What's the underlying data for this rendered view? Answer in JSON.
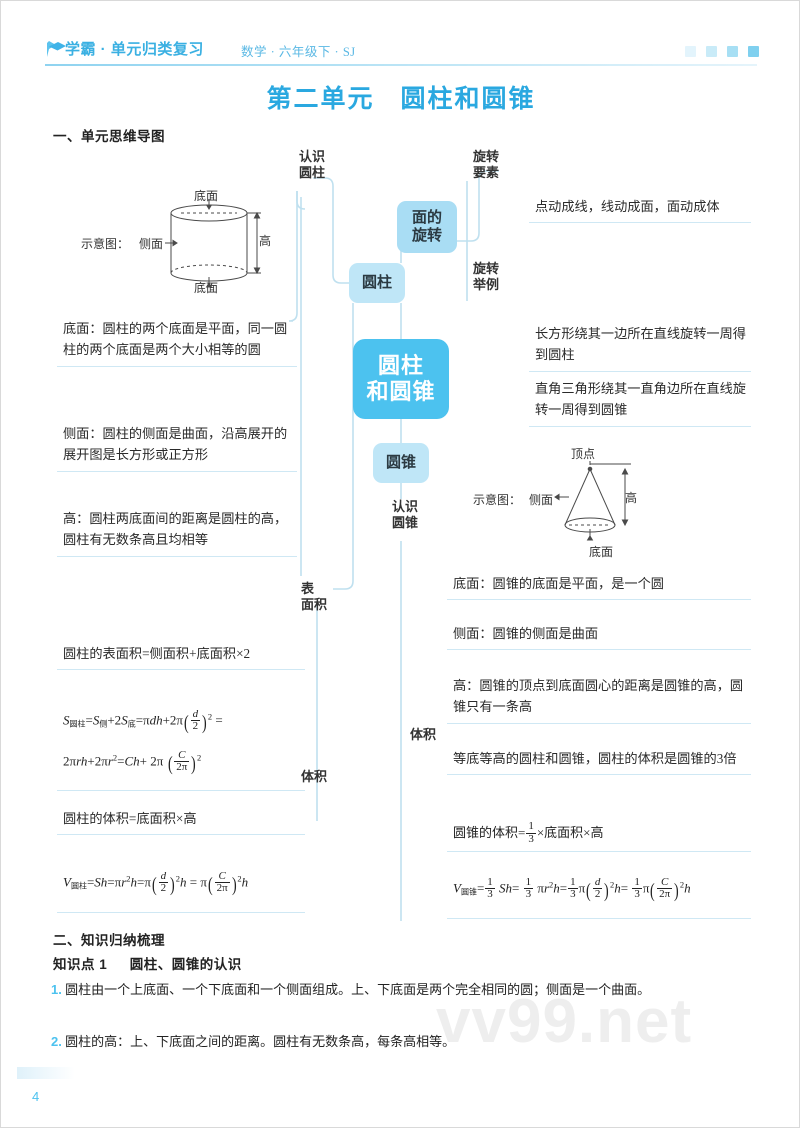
{
  "header": {
    "logo_icon": "graduation-cap-icon",
    "brand": "学霸 · 单元归类复习",
    "subject": "数学 · 六年级下 · SJ",
    "squares": [
      "#e3f4fc",
      "#c9ebf8",
      "#a7dff4",
      "#7fd0ef"
    ]
  },
  "unit": {
    "number_label": "第二单元",
    "title": "圆柱和圆锥"
  },
  "sections": {
    "mindmap_heading": "一、单元思维导图",
    "knowledge_heading": "二、知识归纳梳理"
  },
  "mindmap": {
    "root": "圆柱\n和圆锥",
    "branches": {
      "cylinder": "圆柱",
      "cone": "圆锥",
      "surface_rotation": "面的\n旋转"
    },
    "labels": {
      "know_cylinder": "认识\n圆柱",
      "know_cone": "认识\n圆锥",
      "surface_area": "表\n面积",
      "volume_cyl": "体积",
      "volume_cone": "体积",
      "rotation_elements": "旋转\n要素",
      "rotation_examples": "旋转\n举例"
    },
    "cylinder_diagram": {
      "caption": "示意图：",
      "side_label": "侧面",
      "top_label": "底面",
      "bottom_label": "底面",
      "height_label": "高"
    },
    "cone_diagram": {
      "caption": "示意图：",
      "side_label": "侧面",
      "apex_label": "顶点",
      "base_label": "底面",
      "height_label": "高"
    },
    "cylinder_leaves": [
      "底面：圆柱的两个底面是平面，同一圆柱的两个底面是两个大小相等的圆",
      "侧面：圆柱的侧面是曲面，沿高展开的展开图是长方形或正方形",
      "高：圆柱两底面间的距离是圆柱的高，圆柱有无数条高且均相等"
    ],
    "cylinder_surface_leaf": "圆柱的表面积=侧面积+底面积×2",
    "cylinder_volume_leaf": "圆柱的体积=底面积×高",
    "cone_leaves": [
      "底面：圆锥的底面是平面，是一个圆",
      "侧面：圆锥的侧面是曲面",
      "高：圆锥的顶点到底面圆心的距离是圆锥的高，圆锥只有一条高"
    ],
    "cone_volume_leaves": [
      "等底等高的圆柱和圆锥，圆柱的体积是圆锥的3倍",
      "圆锥的体积=1/3×底面积×高"
    ],
    "rotation_elements_leaf": "点动成线，线动成面，面动成体",
    "rotation_example_leaves": [
      "长方形绕其一边所在直线旋转一周得到圆柱",
      "直角三角形绕其一直角边所在直线旋转一周得到圆锥"
    ],
    "formula_cyl_surface": "S圆柱=S侧+2S底=πdh+2π(d/2)² = 2πrh+2πr²=Ch+2π(C/2π)²",
    "formula_cyl_volume": "V圆柱=Sh=πr²h=π(d/2)²h=π(C/2π)²h",
    "formula_cone_volume": "V圆锥=1/3 Sh=1/3 πr²h=1/3 π(d/2)²h=1/3 π(C/2π)²h"
  },
  "knowledge": {
    "point_label": "知识点 1",
    "point_title": "圆柱、圆锥的认识",
    "items": [
      {
        "num": "1.",
        "text": "圆柱由一个上底面、一个下底面和一个侧面组成。上、下底面是两个完全相同的圆；侧面是一个曲面。"
      },
      {
        "num": "2.",
        "text": "圆柱的高：上、下底面之间的距离。圆柱有无数条高，每条高相等。"
      }
    ]
  },
  "watermark": "vv99.net",
  "page_number": "4",
  "colors": {
    "accent": "#4cc2ef",
    "node_light": "#bfe6f7",
    "node_mid": "#a9ddf4",
    "leaf_border": "#cfe8f4",
    "title": "#2aa8e0"
  }
}
